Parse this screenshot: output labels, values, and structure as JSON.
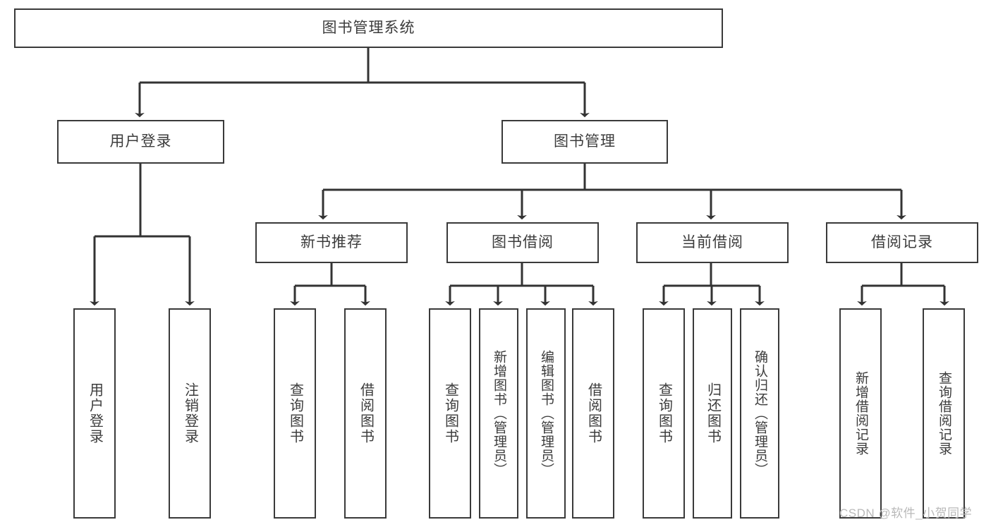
{
  "diagram": {
    "title": "图书管理系统",
    "type": "tree-hierarchy",
    "watermark": "CSDN @软件_小贺同学",
    "colors": {
      "box_border": "#3a3a3a",
      "box_fill": "#ffffff",
      "text": "#3c3c3c",
      "edge": "#333333",
      "background": "#ffffff",
      "watermark": "#b9b9b9"
    },
    "levels": [
      {
        "level": 1,
        "nodes": [
          {
            "id": "root",
            "label": "图书管理系统",
            "orientation": "horizontal"
          }
        ]
      },
      {
        "level": 2,
        "nodes": [
          {
            "id": "login",
            "label": "用户登录",
            "orientation": "horizontal",
            "parent": "root"
          },
          {
            "id": "bookmgmt",
            "label": "图书管理",
            "orientation": "horizontal",
            "parent": "root"
          }
        ]
      },
      {
        "level": 3,
        "nodes": [
          {
            "id": "newbook",
            "label": "新书推荐",
            "orientation": "horizontal",
            "parent": "bookmgmt"
          },
          {
            "id": "borrow",
            "label": "图书借阅",
            "orientation": "horizontal",
            "parent": "bookmgmt"
          },
          {
            "id": "current",
            "label": "当前借阅",
            "orientation": "horizontal",
            "parent": "bookmgmt"
          },
          {
            "id": "records",
            "label": "借阅记录",
            "orientation": "horizontal",
            "parent": "bookmgmt"
          }
        ]
      },
      {
        "level": 4,
        "nodes": [
          {
            "id": "leaf1",
            "label": "用户登录",
            "orientation": "vertical",
            "parent": "login"
          },
          {
            "id": "leaf2",
            "label": "注销登录",
            "orientation": "vertical",
            "parent": "login"
          },
          {
            "id": "leaf3",
            "label": "查询图书",
            "orientation": "vertical",
            "parent": "newbook"
          },
          {
            "id": "leaf4",
            "label": "借阅图书",
            "orientation": "vertical",
            "parent": "newbook"
          },
          {
            "id": "leaf5",
            "label": "查询图书",
            "orientation": "vertical",
            "parent": "borrow"
          },
          {
            "id": "leaf6",
            "label": "新增图书（管理员）",
            "orientation": "vertical",
            "parent": "borrow"
          },
          {
            "id": "leaf7",
            "label": "编辑图书（管理员）",
            "orientation": "vertical",
            "parent": "borrow"
          },
          {
            "id": "leaf8",
            "label": "借阅图书",
            "orientation": "vertical",
            "parent": "borrow"
          },
          {
            "id": "leaf9",
            "label": "查询图书",
            "orientation": "vertical",
            "parent": "current"
          },
          {
            "id": "leaf10",
            "label": "归还图书",
            "orientation": "vertical",
            "parent": "current"
          },
          {
            "id": "leaf11",
            "label": "确认归还（管理员）",
            "orientation": "vertical",
            "parent": "current"
          },
          {
            "id": "leaf12",
            "label": "新增借阅记录",
            "orientation": "vertical",
            "parent": "records"
          },
          {
            "id": "leaf13",
            "label": "查询借阅记录",
            "orientation": "vertical",
            "parent": "records"
          }
        ]
      }
    ]
  }
}
